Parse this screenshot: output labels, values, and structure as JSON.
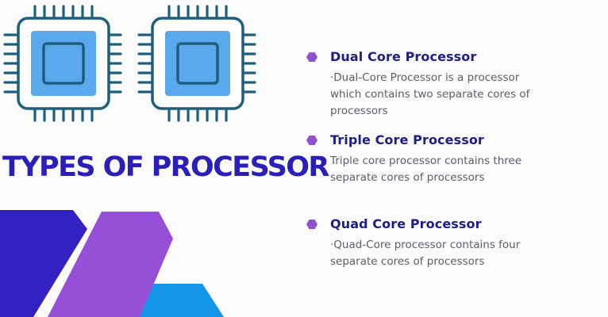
{
  "slide": {
    "title": "TYPES OF PROCESSOR",
    "icons": [
      "cpu-chip-icon",
      "cpu-chip-icon"
    ],
    "colors": {
      "title": "#2a1fb8",
      "heading": "#1d1e8a",
      "body_text": "#5e5e6b",
      "bullet": "#8f52cc",
      "chip_outline": "#1e5f7f",
      "chip_fill": "#5aa9ec",
      "shape_indigo": "#3321c2",
      "shape_purple": "#9650d8",
      "shape_blue": "#1496e8"
    },
    "items": [
      {
        "heading": "Dual Core Processor",
        "description": "·Dual-Core Processor is a processor which contains two separate cores of processors"
      },
      {
        "heading": "Triple Core Processor",
        "description": "Triple core processor contains three separate cores of processors"
      },
      {
        "heading": "Quad Core Processor",
        "description": "·Quad-Core processor contains four separate cores of processors"
      }
    ]
  }
}
